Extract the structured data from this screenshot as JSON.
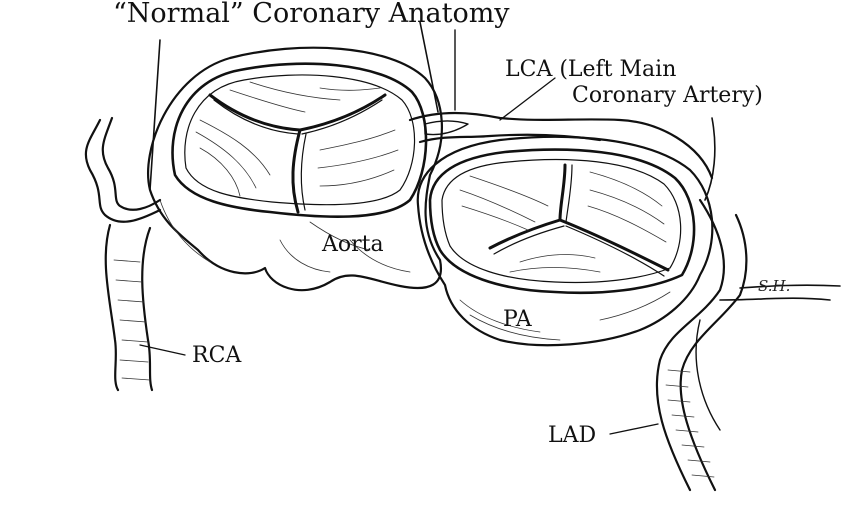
{
  "title": "“Normal” Coronary Anatomy",
  "labels": {
    "lca_line1": "LCA (Left Main",
    "lca_line2": "Coronary Artery)",
    "aorta": "Aorta",
    "pa": "PA",
    "rca": "RCA",
    "lad": "LAD"
  },
  "signature": "S.H.",
  "colors": {
    "ink": "#111111",
    "background": "#ffffff"
  }
}
